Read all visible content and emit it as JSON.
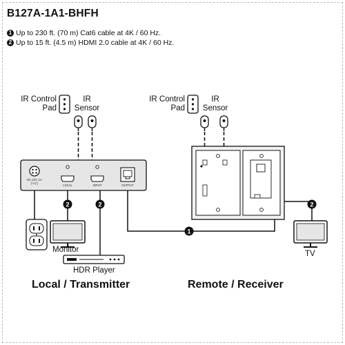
{
  "title": "B127A-1A1-BHFH",
  "notes": [
    {
      "num": "1",
      "text": "Up to 230 ft. (70 m) Cat6 cable at 4K / 60 Hz."
    },
    {
      "num": "2",
      "text": "Up to 15 ft. (4.5 m) HDMI 2.0 cable at 4K / 60 Hz."
    }
  ],
  "transmitter": {
    "ir_control_line1": "IR Control",
    "ir_control_line2": "Pad",
    "ir_sensor_line1": "IR",
    "ir_sensor_line2": "Sensor",
    "power_label": "DC 24V, 1A",
    "power_sub": "(+)-(-)",
    "port_local": "LOCAL",
    "port_input": "INPUT",
    "port_output": "OUTPUT",
    "monitor_label": "Monitor",
    "player_label": "HDR Player",
    "section_label": "Local / Transmitter"
  },
  "receiver": {
    "ir_control_line1": "IR Control",
    "ir_control_line2": "Pad",
    "ir_sensor_line1": "IR",
    "ir_sensor_line2": "Sensor",
    "tv_label": "TV",
    "section_label": "Remote / Receiver"
  },
  "badges": {
    "cat6": "1",
    "hdmi": "2"
  },
  "colors": {
    "line": "#111111",
    "device_fill": "#e6e6e6",
    "plate_fill": "#f2f2f2"
  }
}
